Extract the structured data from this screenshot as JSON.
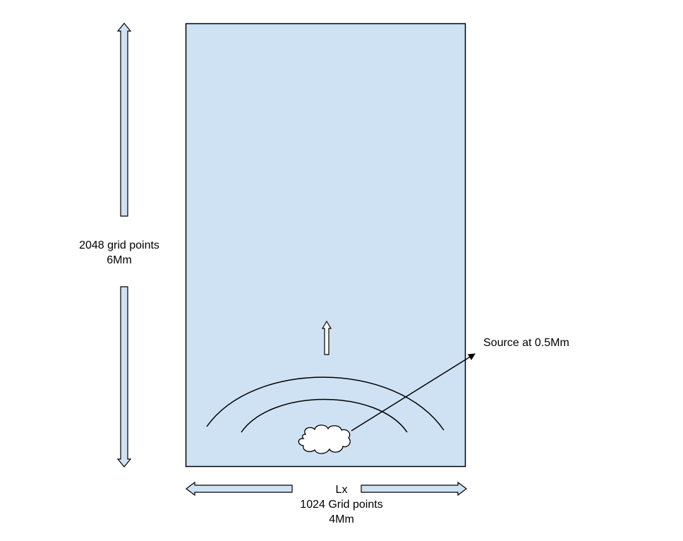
{
  "colors": {
    "domain_fill": "#cfe2f3",
    "arrow_fill": "#cfe2f3",
    "stroke": "#000000",
    "background": "#ffffff"
  },
  "vertical_dimension": {
    "line1": "2048 grid points",
    "line2": "6Mm"
  },
  "horizontal_dimension": {
    "line1": "Lx",
    "line2": "1024 Grid points",
    "line3": "4Mm"
  },
  "source": {
    "label": "Source at 0.5Mm",
    "icon": "cloud-icon"
  },
  "wave": {
    "icon": "up-arrow-icon"
  }
}
